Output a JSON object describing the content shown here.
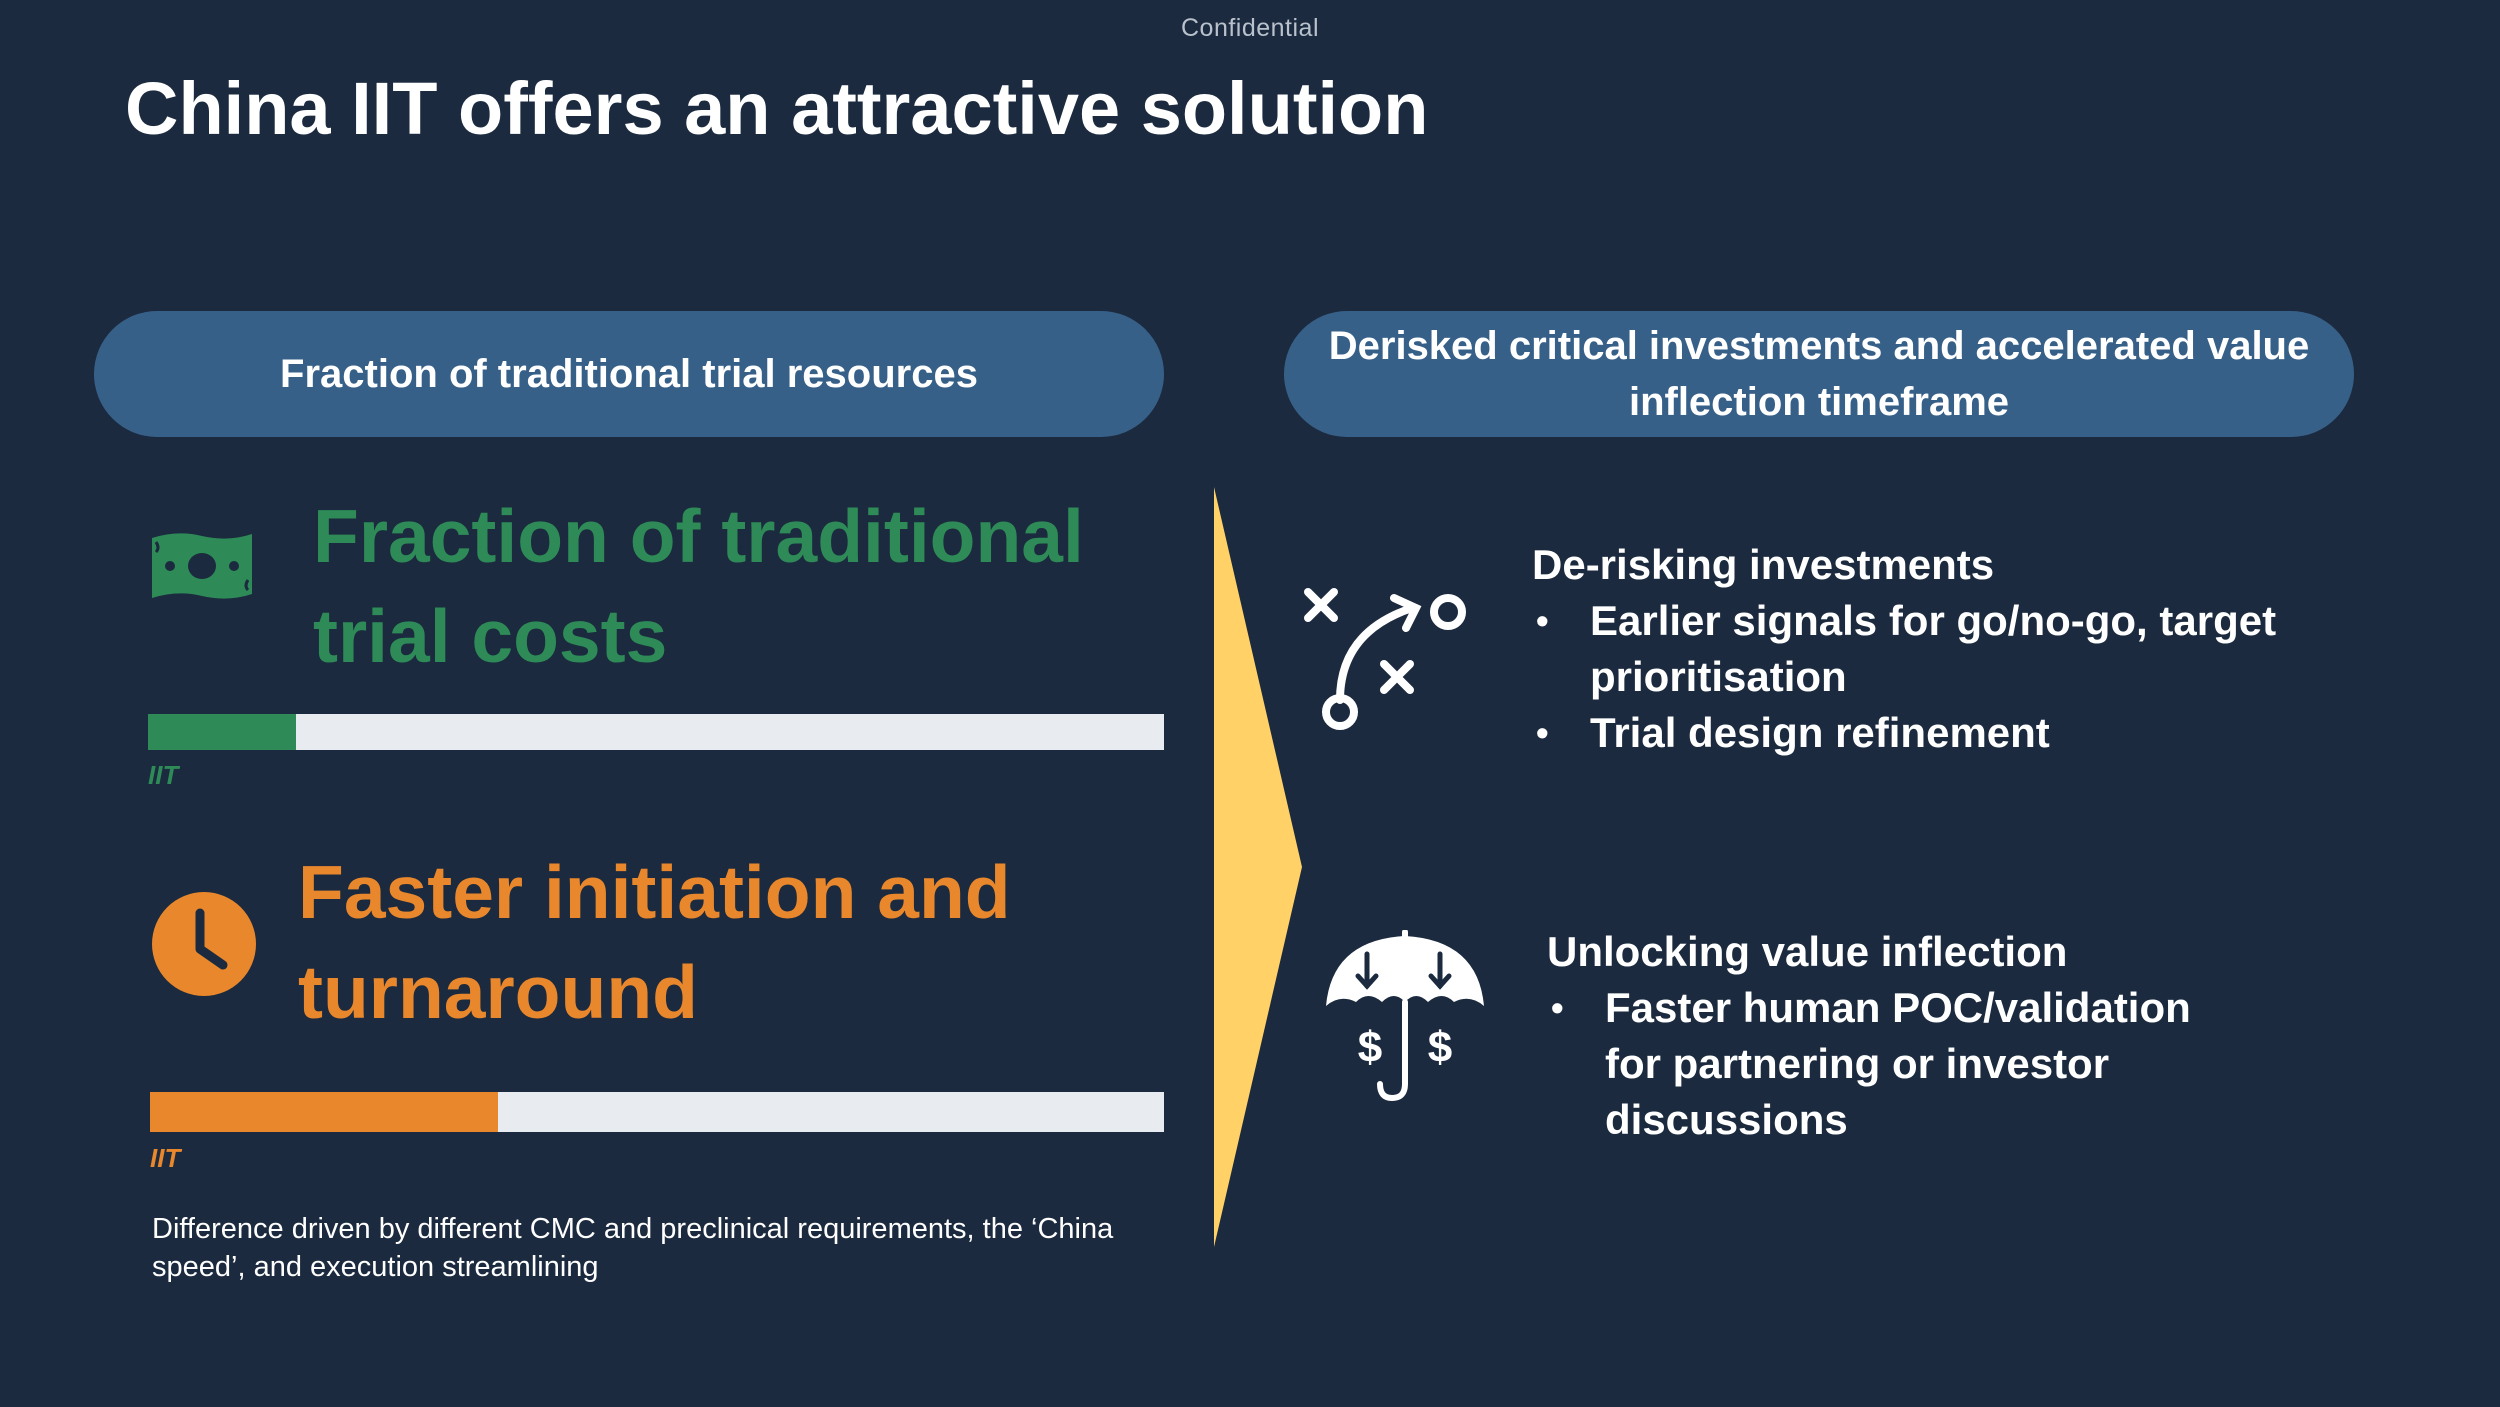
{
  "header": {
    "confidential": "Confidential",
    "title": "China IIT offers an attractive solution"
  },
  "left": {
    "pill": "Fraction of traditional trial resources",
    "metric1": {
      "icon": "money-bill-icon",
      "text": "Fraction of traditional trial costs",
      "bar_label": "IIT",
      "bar_fraction": 0.146,
      "color": "#2e8b57"
    },
    "metric2": {
      "icon": "clock-icon",
      "text": "Faster initiation and turnaround",
      "bar_label": "IIT",
      "bar_fraction": 0.343,
      "color": "#e8872c"
    },
    "footnote": "Difference driven by different CMC and preclinical requirements, the ‘China speed’, and execution streamlining"
  },
  "arrow": {
    "icon": "chevron-arrow-icon",
    "color": "#ffd166"
  },
  "right": {
    "pill": "Derisked critical investments and accelerated value inflection timeframe",
    "block1": {
      "icon": "strategy-play-icon",
      "title": "De-risking investments",
      "bullets": [
        "Earlier signals for go/no-go, target prioritisation",
        "Trial design refinement"
      ]
    },
    "block2": {
      "icon": "umbrella-dollar-icon",
      "title": "Unlocking value inflection",
      "bullets": [
        "Faster human POC/validation for partnering or investor discussions"
      ]
    }
  }
}
